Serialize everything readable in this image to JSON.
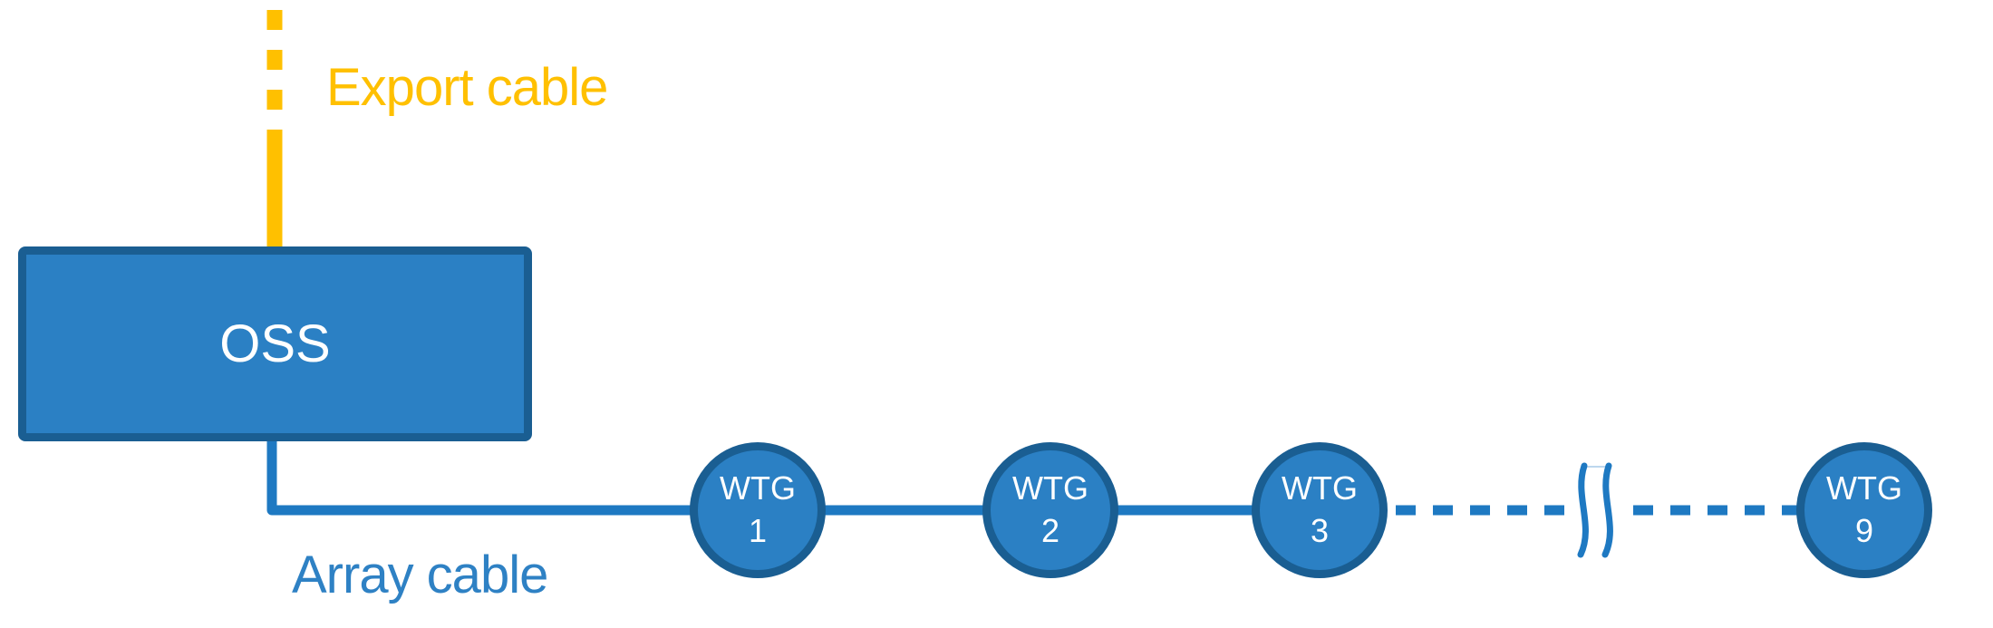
{
  "diagram": {
    "type": "offshore-wind-farm-cable-layout",
    "oss": {
      "label": "OSS"
    },
    "labels": {
      "export_cable": "Export cable",
      "array_cable": "Array cable"
    },
    "turbines": [
      {
        "name": "WTG",
        "number": "1"
      },
      {
        "name": "WTG",
        "number": "2"
      },
      {
        "name": "WTG",
        "number": "3"
      },
      {
        "name": "WTG",
        "number": "9"
      }
    ],
    "colors": {
      "export_cable_orange": "#FFC000",
      "array_cable_blue": "#1E79C2",
      "node_fill_blue": "#2B80C4",
      "node_border_blue": "#1A5E92",
      "break_hairline_blue": "#BDD7EE",
      "node_text": "#FFFFFF",
      "background": "#FFFFFF"
    }
  }
}
